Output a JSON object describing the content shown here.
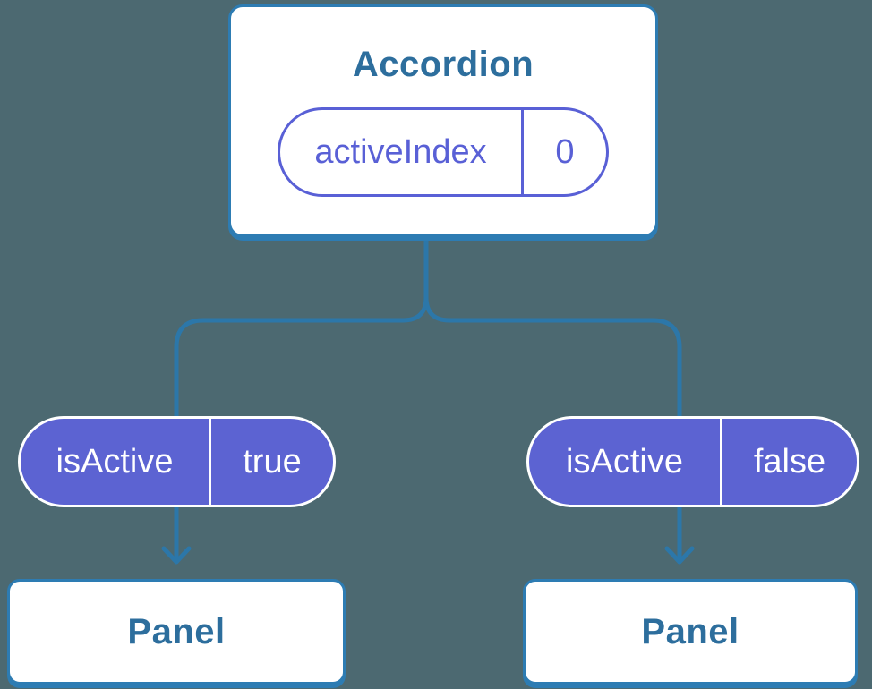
{
  "diagram": {
    "root": {
      "title": "Accordion",
      "state": {
        "name": "activeIndex",
        "value": "0"
      }
    },
    "branches": [
      {
        "prop": {
          "name": "isActive",
          "value": "true"
        },
        "child": {
          "title": "Panel"
        }
      },
      {
        "prop": {
          "name": "isActive",
          "value": "false"
        },
        "child": {
          "title": "Panel"
        }
      }
    ]
  },
  "colors": {
    "background": "#4C6971",
    "card_background": "#FFFFFF",
    "card_border": "#2D7CB3",
    "heading_text": "#2D6E9D",
    "state_purple": "#5960D6",
    "prop_pill_fill": "#5C63D2",
    "prop_pill_text": "#FFFFFF",
    "connector": "#2C77A9"
  }
}
